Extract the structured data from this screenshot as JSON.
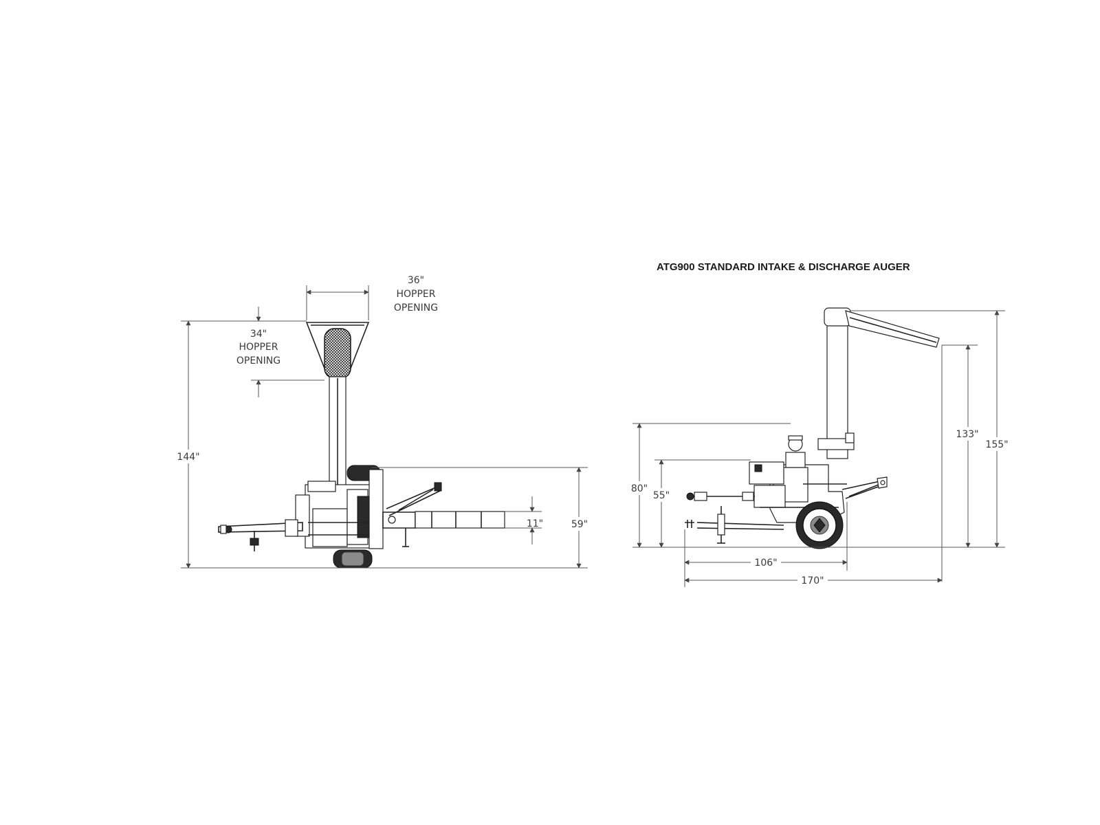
{
  "title": "ATG900 STANDARD INTAKE & DISCHARGE AUGER",
  "top_view": {
    "hopper_width": {
      "value": "36\"",
      "line1": "HOPPER",
      "line2": "OPENING"
    },
    "hopper_length": {
      "value": "34\"",
      "line1": "HOPPER",
      "line2": "OPENING"
    },
    "overall_length": "144\"",
    "overall_width": "59\"",
    "tongue_width": "11\""
  },
  "side_view": {
    "height_80": "80\"",
    "height_55": "55\"",
    "height_133": "133\"",
    "height_155": "155\"",
    "length_106": "106\"",
    "length_170": "170\""
  },
  "colors": {
    "line": "#222222",
    "dimension": "#555555",
    "text": "#3a3a3a"
  }
}
